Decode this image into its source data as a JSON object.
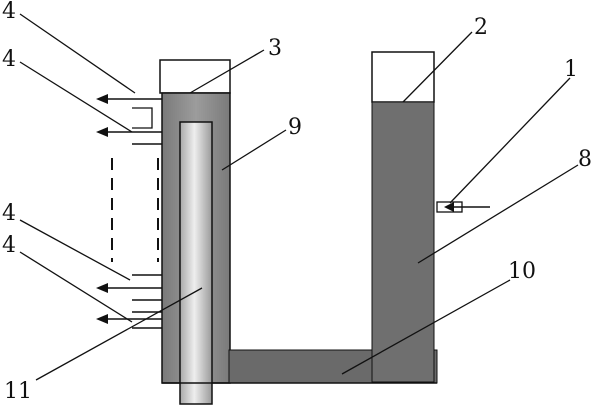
{
  "labels": {
    "l4a": "4",
    "l4b": "4",
    "l4c": "4",
    "l4d": "4",
    "l3": "3",
    "l2": "2",
    "l1": "1",
    "l9": "9",
    "l8": "8",
    "l10": "10",
    "l11": "11"
  },
  "colors": {
    "outline": "#111111",
    "right_column": "#6f6f6f",
    "bottom_channel": "#6a6a6a",
    "left_column": "#8a8a8a",
    "inner_rod": "#cdcdcd",
    "inner_rod_highlight": "#eeeeee",
    "cap": "#ffffff"
  }
}
